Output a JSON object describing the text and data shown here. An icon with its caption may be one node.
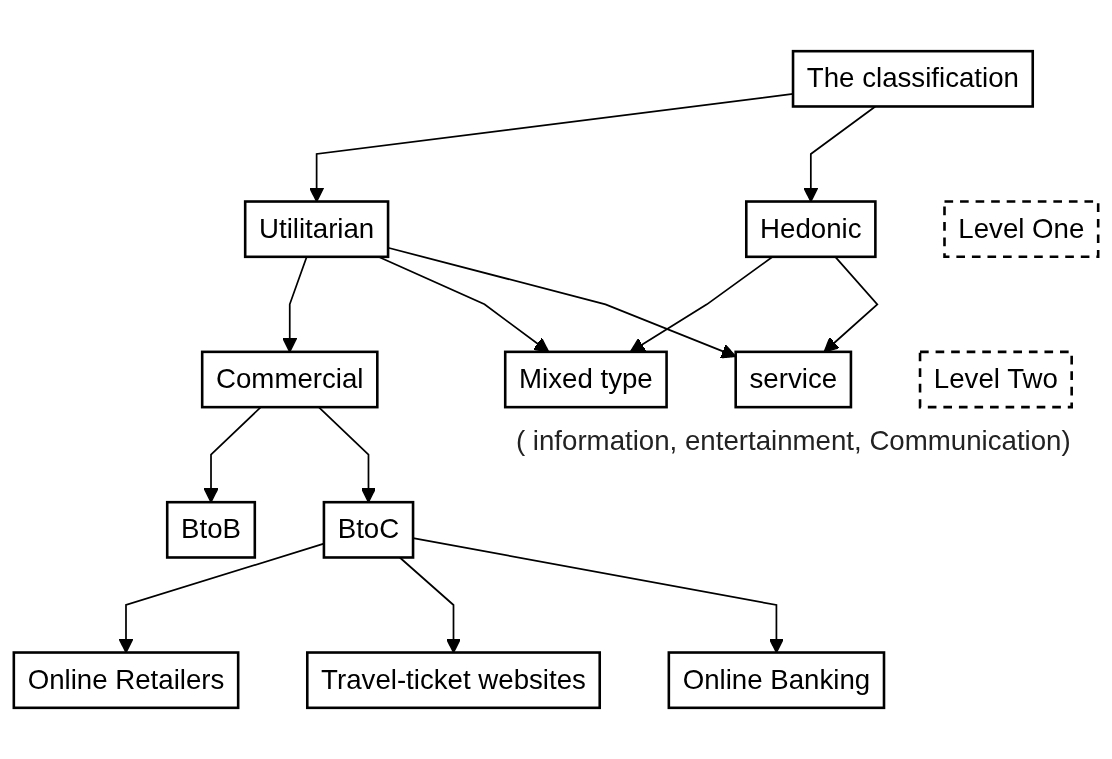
{
  "diagram": {
    "nodes": [
      {
        "text": [
          "The classification"
        ]
      },
      {
        "text": [
          "Utilitarian"
        ]
      },
      {
        "text": [
          "Hedonic"
        ]
      },
      {
        "text": [
          "Level One"
        ]
      },
      {
        "text": [
          "Commercial"
        ]
      },
      {
        "text": [
          "Mixed type"
        ]
      },
      {
        "text": [
          "service"
        ],
        "beside": [
          "( information, entertainment, Communication)"
        ]
      },
      {
        "text": [
          "Level Two"
        ]
      },
      {
        "text": [
          "BtoB"
        ]
      },
      {
        "text": [
          "BtoC"
        ]
      },
      {
        "text": [
          "Online Retailers"
        ]
      },
      {
        "text": [
          "Travel-ticket websites"
        ]
      },
      {
        "text": [
          "Online Banking"
        ]
      }
    ],
    "edges": [
      {
        "from": 0,
        "to": 1,
        "arrow": "to"
      },
      {
        "from": 0,
        "to": 2,
        "arrow": "to"
      },
      {
        "from": 1,
        "to": 4,
        "arrow": "to"
      },
      {
        "from": 1,
        "to": 5,
        "arrow": "to"
      },
      {
        "from": 1,
        "to": 6,
        "arrow": "to"
      },
      {
        "from": 2,
        "to": 5,
        "arrow": "to"
      },
      {
        "from": 2,
        "to": 6,
        "arrow": "to"
      },
      {
        "from": 4,
        "to": 8,
        "arrow": "to"
      },
      {
        "from": 4,
        "to": 9,
        "arrow": "to"
      },
      {
        "from": 9,
        "to": 10,
        "arrow": "to"
      },
      {
        "from": 9,
        "to": 11,
        "arrow": "to"
      },
      {
        "from": 9,
        "to": 12,
        "arrow": "to"
      }
    ]
  }
}
